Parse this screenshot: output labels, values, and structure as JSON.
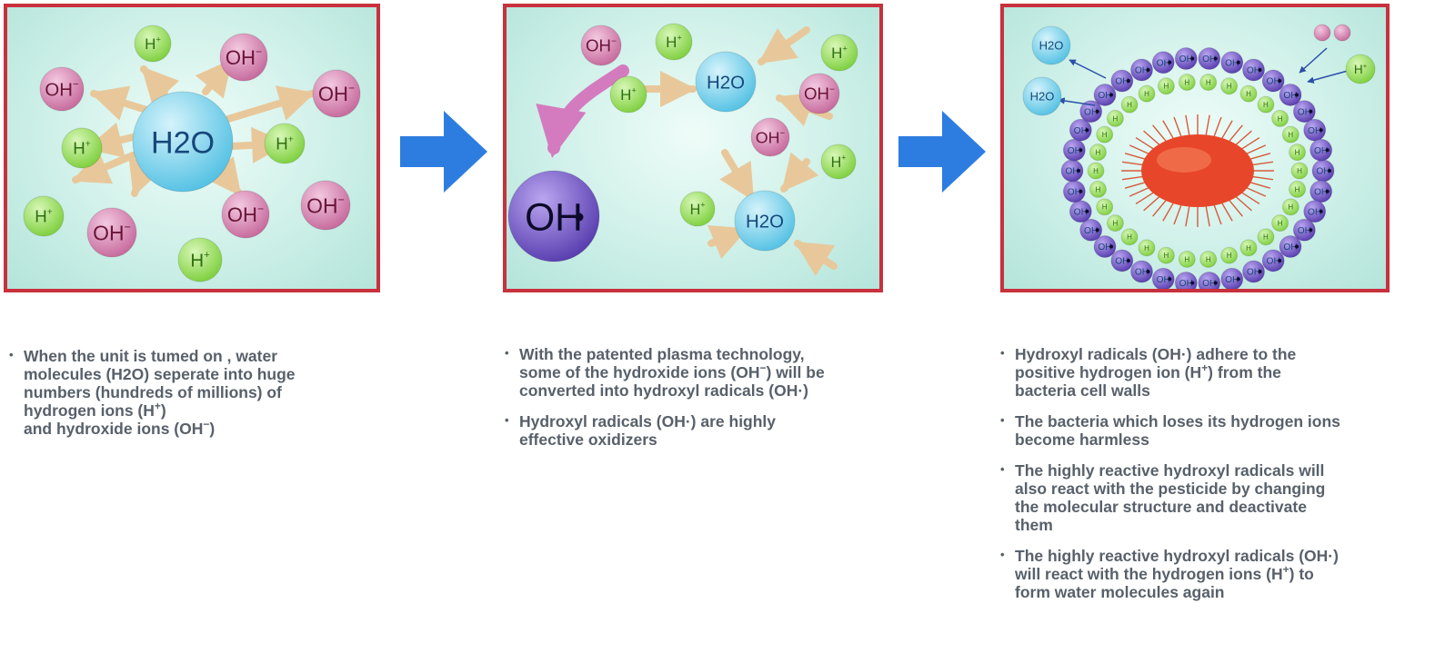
{
  "colors": {
    "border": "#c8313d",
    "arrow": "#2d7de0",
    "h_ion": "#7fd03f",
    "oh_ion": "#c76b9d",
    "water": "#56c2e4",
    "radical": "#5a3fb0",
    "bacteria": "#e8462a",
    "text": "#58606a"
  },
  "panels": [
    {
      "h2o": "H2O",
      "h_ion": "H",
      "h_charge": "+",
      "oh_ion": "OH",
      "oh_charge": "−"
    },
    {
      "oh_ion": "OH",
      "oh_charge": "−",
      "h_ion": "H",
      "h_charge": "+",
      "h2o": "H2O",
      "radical": "OH"
    },
    {
      "h2o": "H2O",
      "oh_ion": "OH",
      "h_ion": "H",
      "h_charge": "+"
    }
  ],
  "captions": [
    {
      "items": [
        {
          "text": "When the unit is tumed on , water\nmolecules (H2O) seperate into huge\nnumbers (hundreds of millions) of\nhydrogen ions (H",
          "sup": "+",
          "text_after": ")\nand hydroxide ions (OH",
          "sup2": "−",
          "text_after2": ")"
        }
      ]
    },
    {
      "items": [
        {
          "text": "With the patented plasma technology,\nsome of the hydroxide ions (OH",
          "sup": "−",
          "text_after": ") will be\nconverted into hydroxyl radicals (OH·)"
        },
        {
          "text": "Hydroxyl radicals (OH·) are highly\neffective oxidizers"
        }
      ]
    },
    {
      "items": [
        {
          "text": "Hydroxyl radicals (OH·) adhere to the\npositive hydrogen ion (H",
          "sup": "+",
          "text_after": ") from the\nbacteria cell walls"
        },
        {
          "text": "The bacteria which loses its hydrogen ions\nbecome harmless"
        },
        {
          "text": "The highly reactive hydroxyl radicals will\nalso react with the pesticide by changing\nthe molecular structure and deactivate\nthem"
        },
        {
          "text": "The highly reactive hydroxyl radicals (OH·)\nwill react with the hydrogen ions (H",
          "sup": "+",
          "text_after": ") to\nform water molecules again"
        }
      ]
    }
  ]
}
